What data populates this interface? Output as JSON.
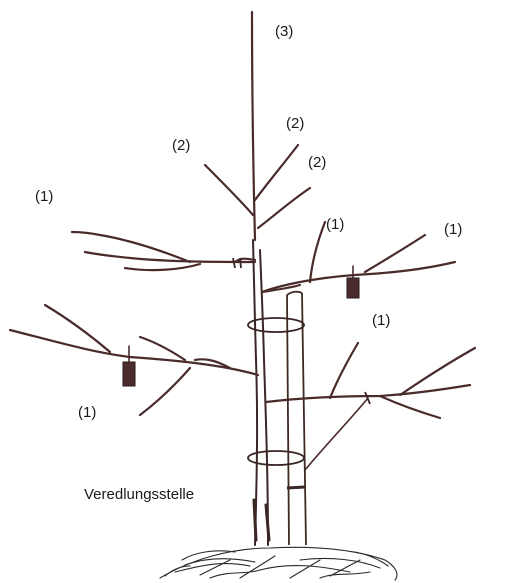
{
  "labels": {
    "leader": "(3)",
    "upper_left": "(2)",
    "upper_right_top": "(2)",
    "upper_right_bottom": "(2)",
    "scaffold_upper_left": "(1)",
    "scaffold_upper_mid": "(1)",
    "scaffold_upper_right": "(1)",
    "scaffold_lower_right": "(1)",
    "scaffold_lower_left": "(1)",
    "graft_union": "Veredlungsstelle"
  },
  "colors": {
    "branch": "#4a2b2b",
    "weight": "#4a2c2c",
    "ground": "#2a2a2a"
  },
  "icons": {
    "branch_weight": "hanging-weight-icon",
    "tree_tie": "tie-loop-icon"
  }
}
